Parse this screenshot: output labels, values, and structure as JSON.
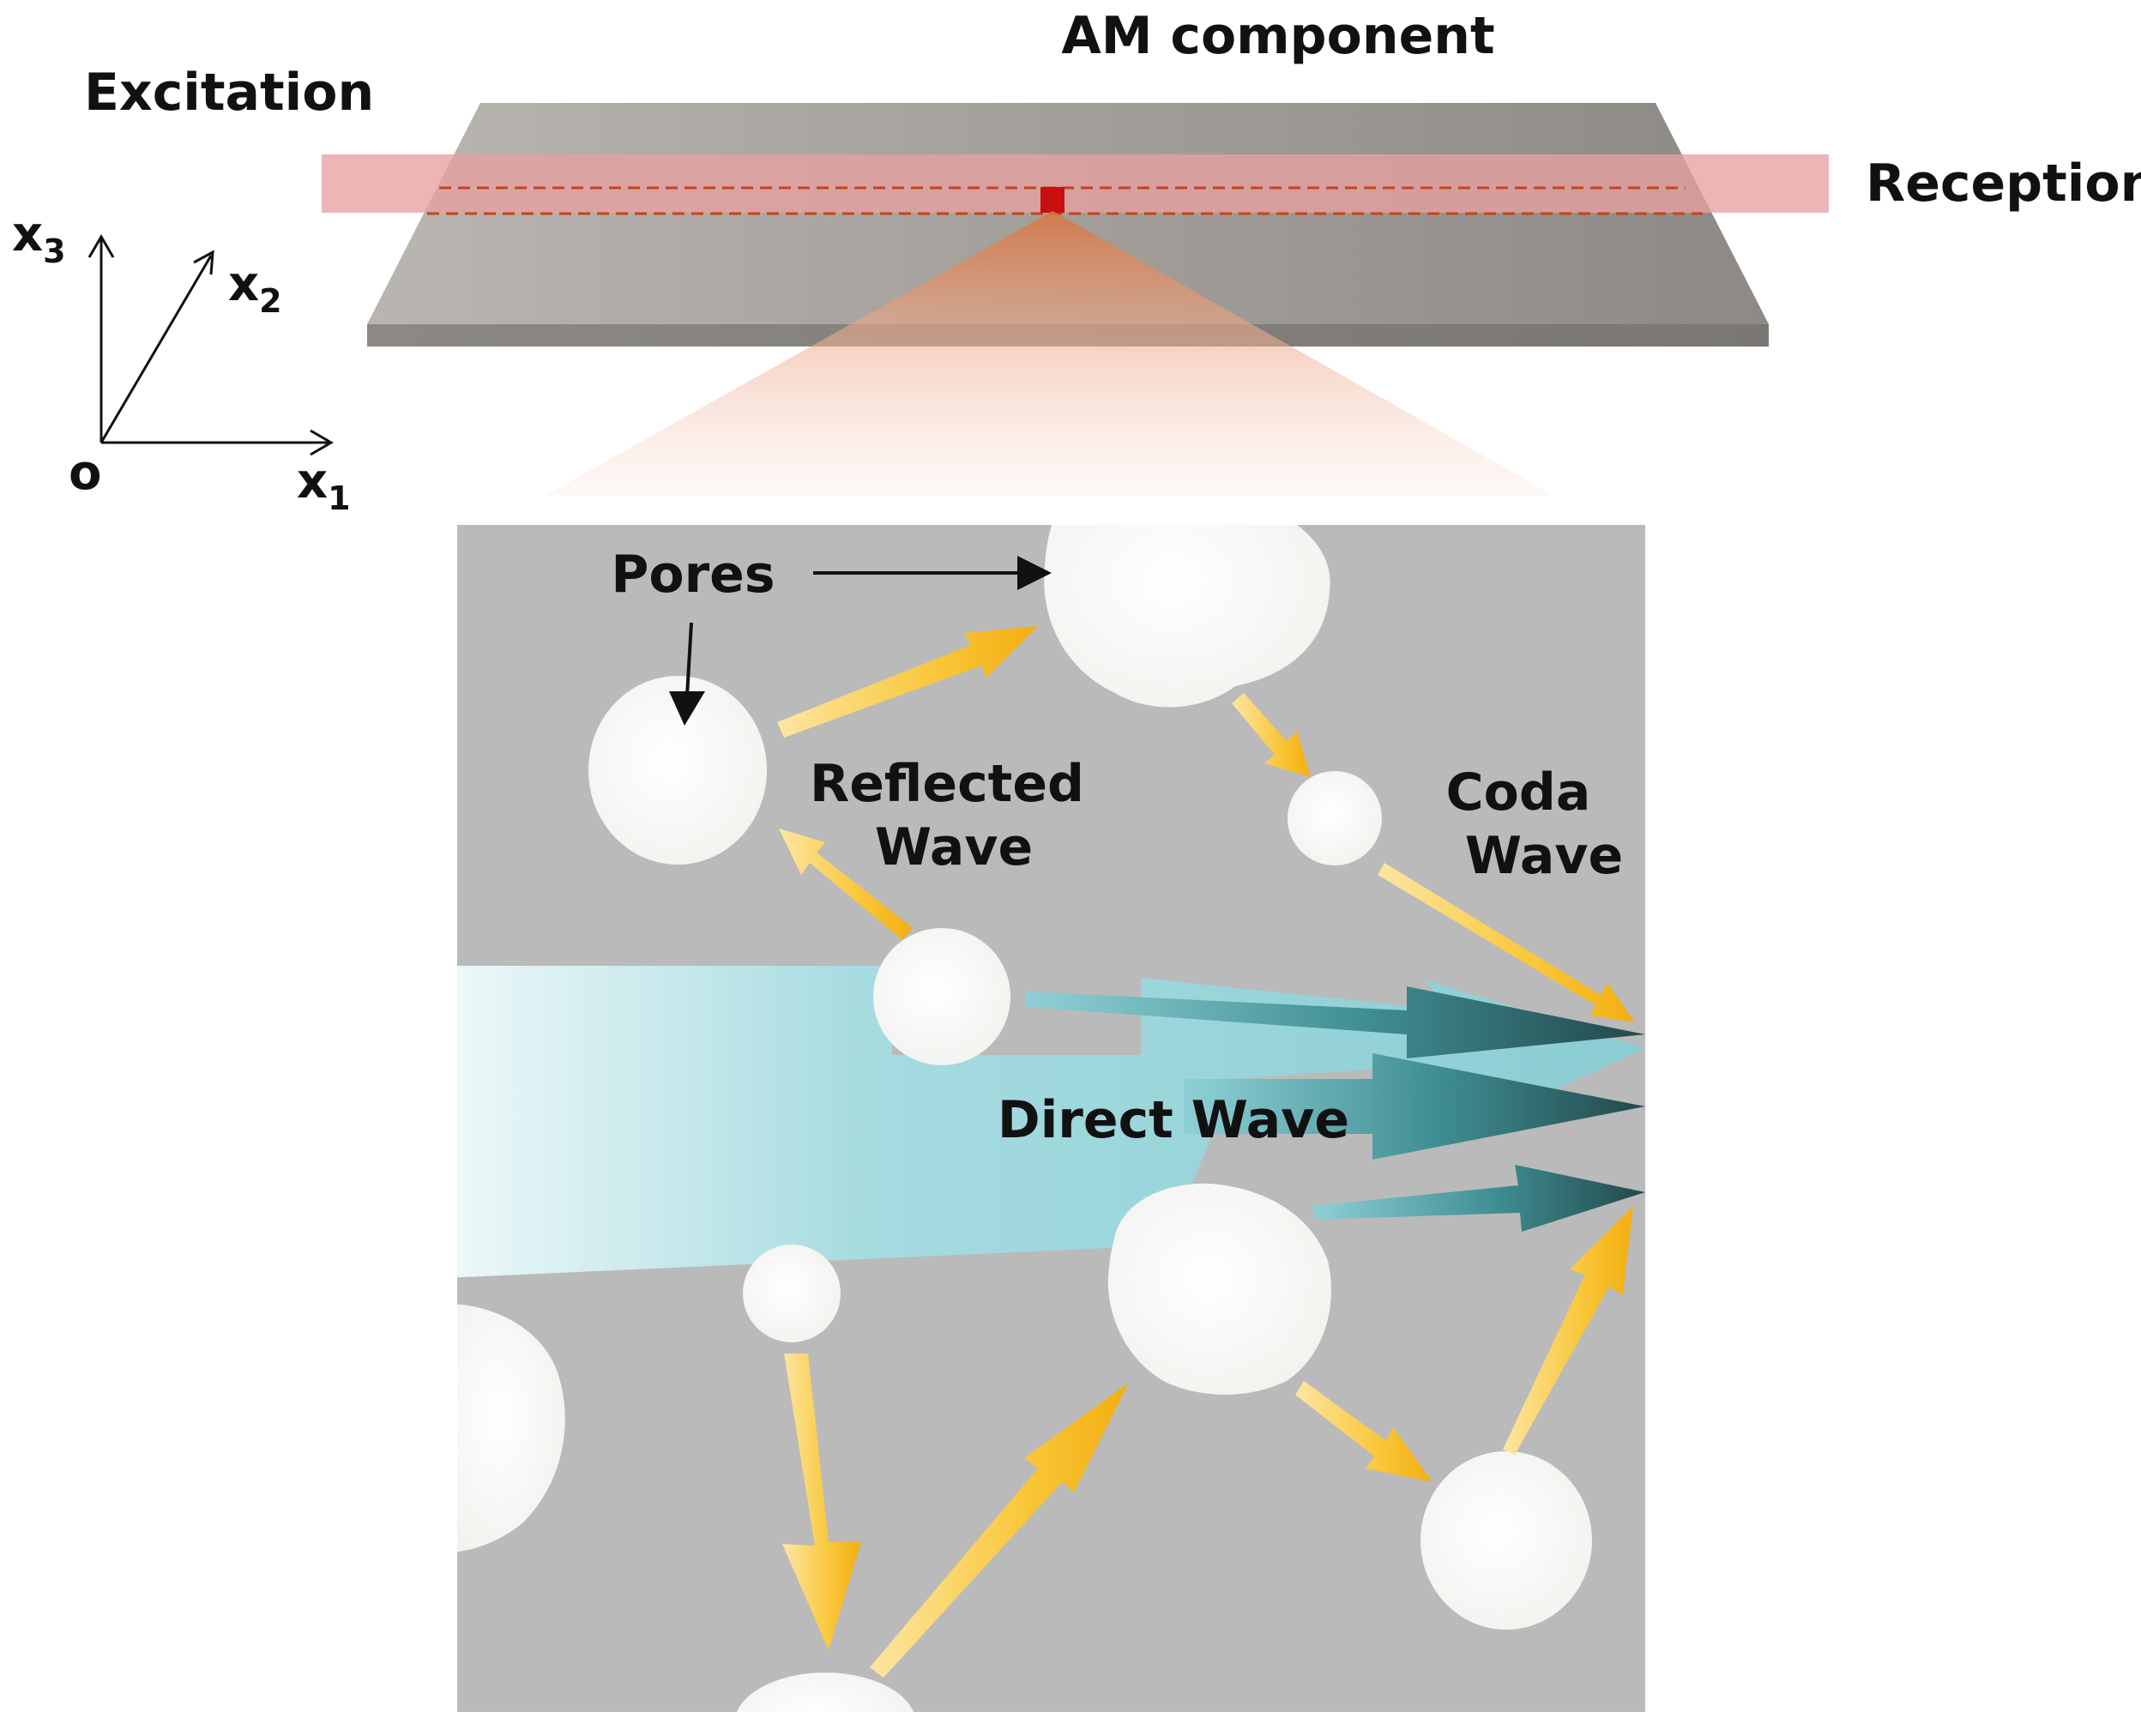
{
  "labels": {
    "am_component": "AM component",
    "excitation": "Excitation",
    "reception": "Reception",
    "pores": "Pores",
    "reflected_wave_line1": "Reflected",
    "reflected_wave_line2": "Wave",
    "coda_wave_line1": "Coda",
    "coda_wave_line2": "Wave",
    "direct_wave": "Direct Wave"
  },
  "axes": {
    "x1_base": "x",
    "x1_sub": "1",
    "x2_base": "x",
    "x2_sub": "2",
    "x3_base": "x",
    "x3_sub": "3",
    "origin": "o"
  },
  "colors": {
    "plate_top": "#9c9893",
    "beam": "#e8a0a2",
    "defect": "#c8100e",
    "matrix": "#b9b9b9",
    "pore": "#fbfbf9",
    "scatter_arrow": "#f6c02b",
    "direct_wave_light": "#a6dbe0",
    "direct_wave_dark": "#2e5f63"
  },
  "icons": {
    "scatter_arrow": "yellow-arrow",
    "direct_arrow": "teal-arrow",
    "pointer_arrow": "black-arrow"
  }
}
